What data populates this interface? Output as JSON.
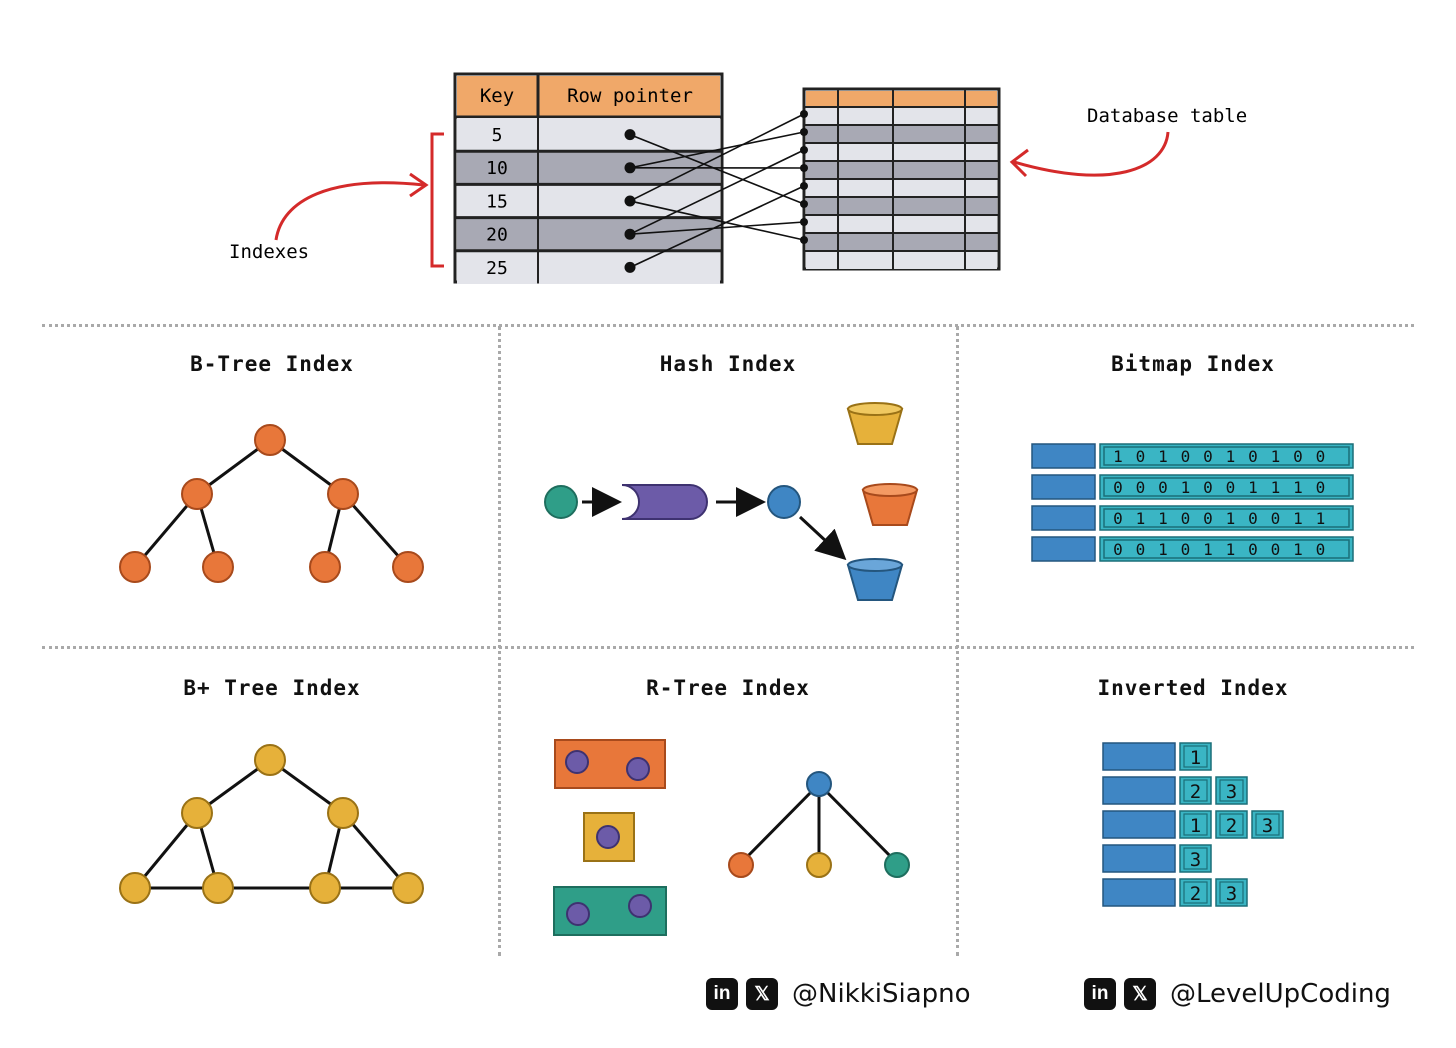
{
  "top": {
    "index_table": {
      "col_key": "Key",
      "col_pointer": "Row pointer",
      "keys": [
        "5",
        "10",
        "15",
        "20",
        "25"
      ]
    },
    "label_indexes": "Indexes",
    "label_database_table": "Database table"
  },
  "sections": {
    "btree": "B-Tree Index",
    "hash": "Hash Index",
    "bitmap": "Bitmap Index",
    "bplus": "B+ Tree Index",
    "rtree": "R-Tree Index",
    "inverted": "Inverted Index"
  },
  "bitmap_rows": [
    [
      "1",
      "0",
      "1",
      "0",
      "0",
      "1",
      "0",
      "1",
      "0",
      "0"
    ],
    [
      "0",
      "0",
      "0",
      "1",
      "0",
      "0",
      "1",
      "1",
      "1",
      "0"
    ],
    [
      "0",
      "1",
      "1",
      "0",
      "0",
      "1",
      "0",
      "0",
      "1",
      "1"
    ],
    [
      "0",
      "0",
      "1",
      "0",
      "1",
      "1",
      "0",
      "0",
      "1",
      "0"
    ]
  ],
  "inverted_rows": [
    [
      "1"
    ],
    [
      "2",
      "3"
    ],
    [
      "1",
      "2",
      "3"
    ],
    [
      "3"
    ],
    [
      "2",
      "3"
    ]
  ],
  "footer": {
    "left": {
      "linkedin": "in",
      "x": "𝕏",
      "handle": "@NikkiSiapno"
    },
    "right": {
      "linkedin": "in",
      "x": "𝕏",
      "handle": "@LevelUpCoding"
    }
  },
  "colors": {
    "orange": "#e8773a",
    "yellow": "#e6b13a",
    "blue": "#3f86c4",
    "teal": "#2f9e88",
    "purple": "#6c5ba8",
    "table_header": "#f0a869",
    "red_arrow": "#d42a2a",
    "bitmap_teal": "#3ab5c4"
  }
}
